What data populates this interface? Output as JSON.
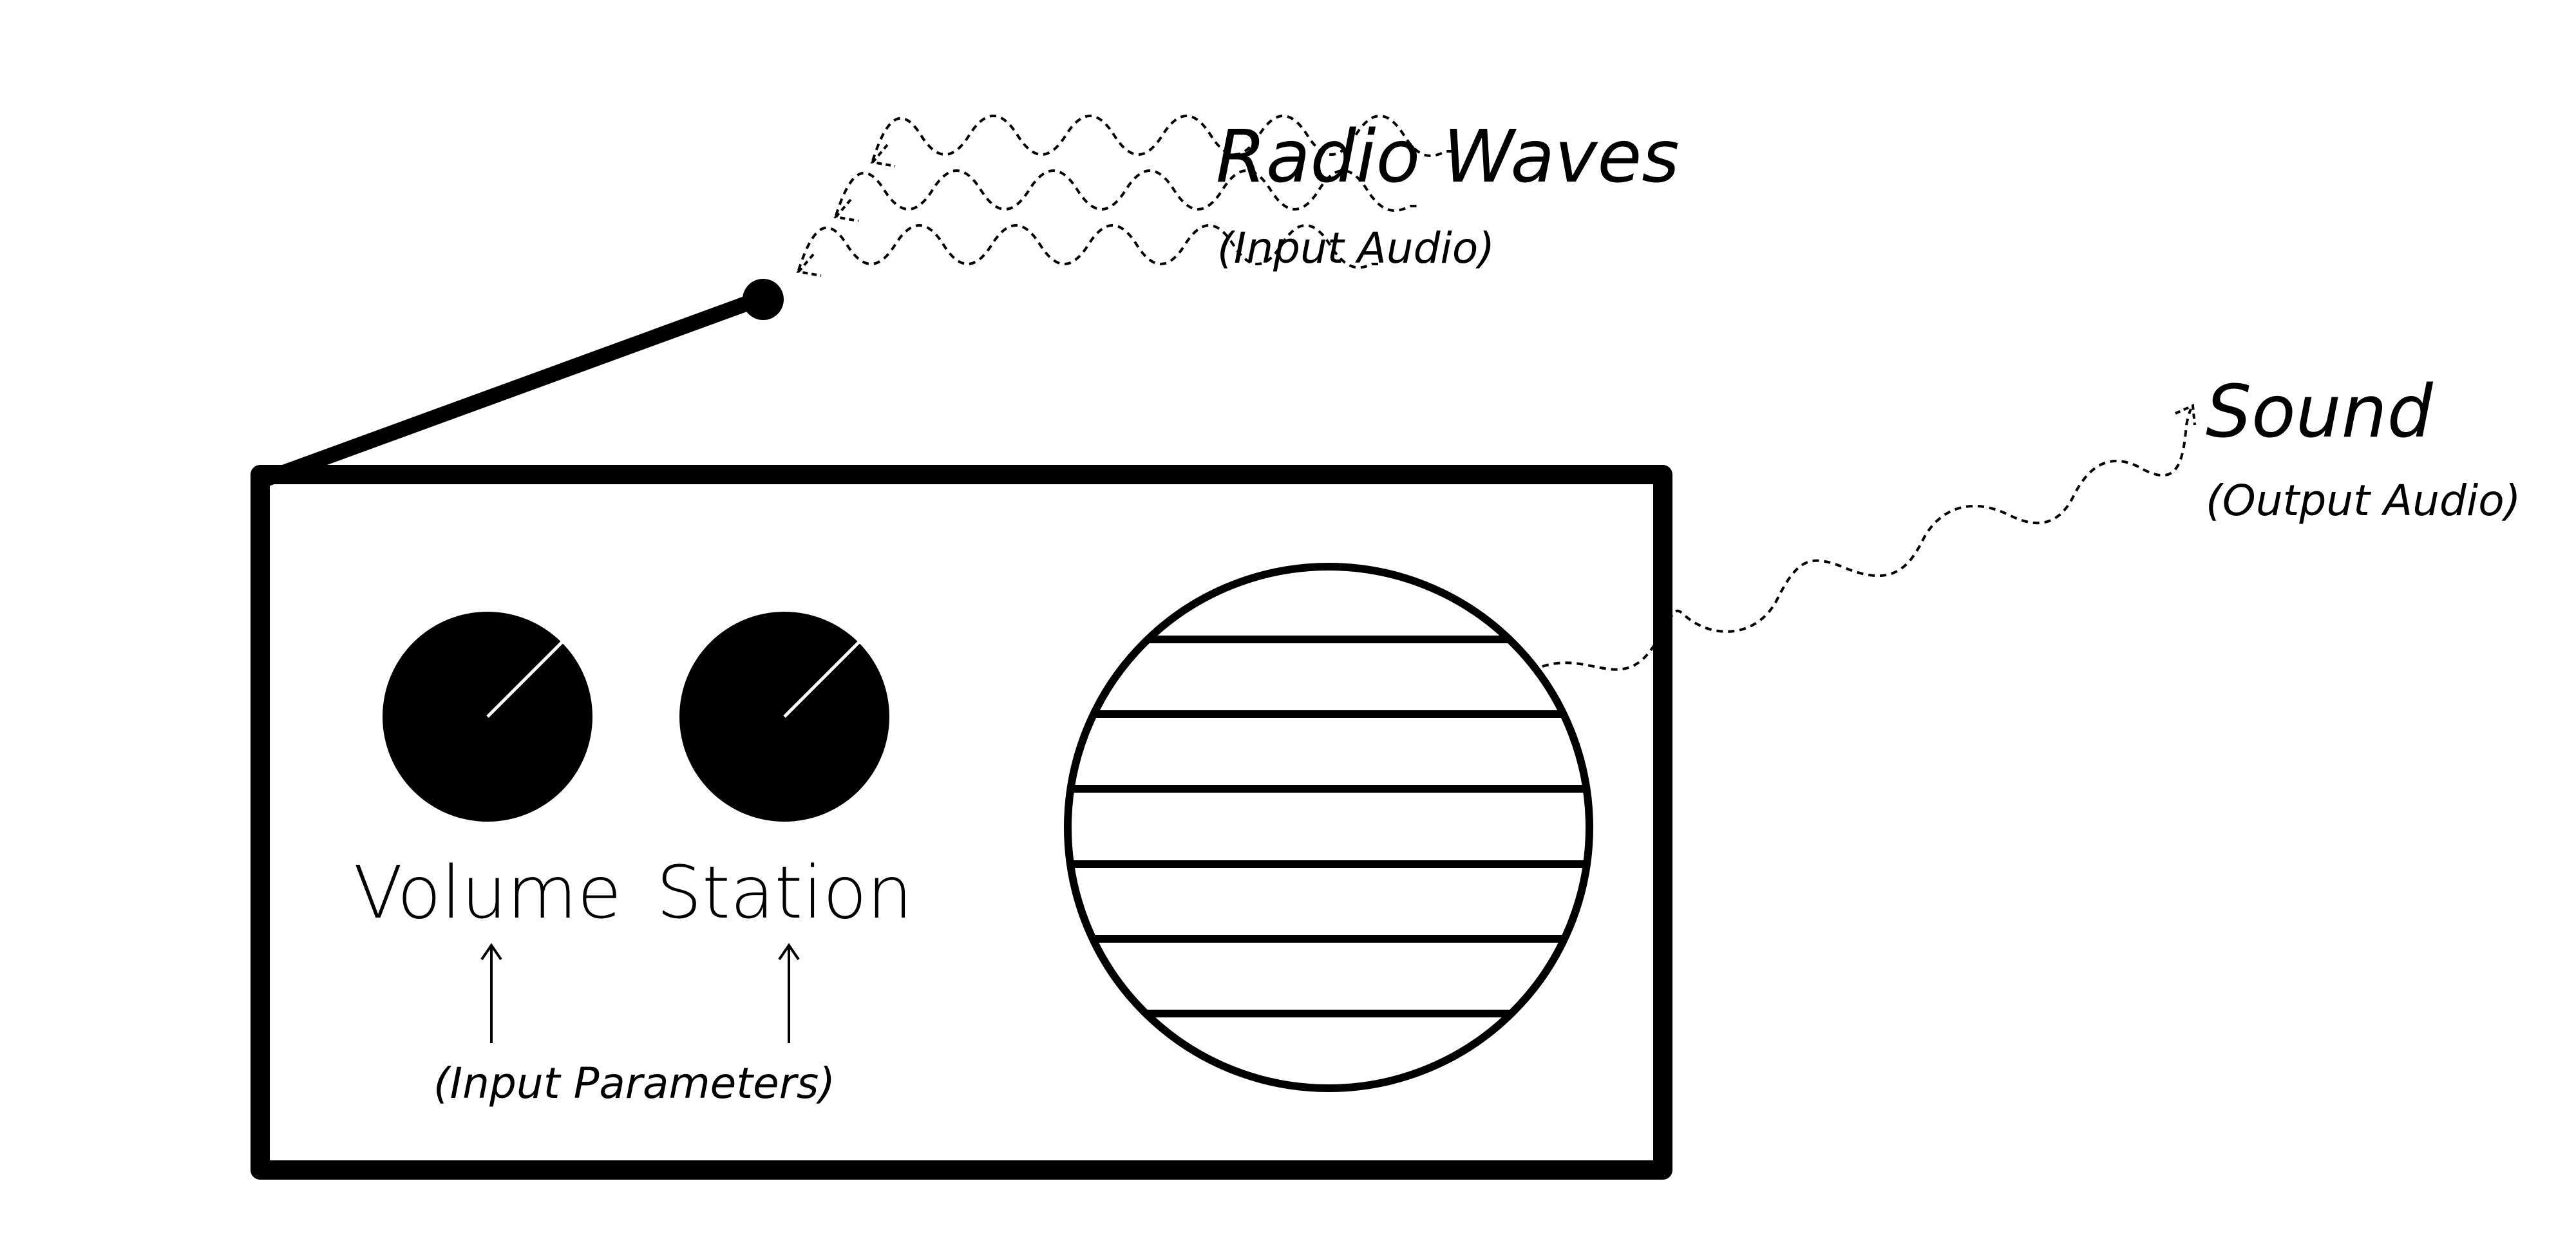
{
  "labels": {
    "radio_waves": "Radio Waves",
    "radio_waves_sub": "(Input Audio)",
    "sound": "Sound",
    "sound_sub": "(Output Audio)",
    "volume": "Volume",
    "station": "Station",
    "input_parameters": "(Input Parameters)"
  },
  "colors": {
    "ink": "#000000",
    "background": "#ffffff",
    "knob_indicator": "#ffffff"
  }
}
